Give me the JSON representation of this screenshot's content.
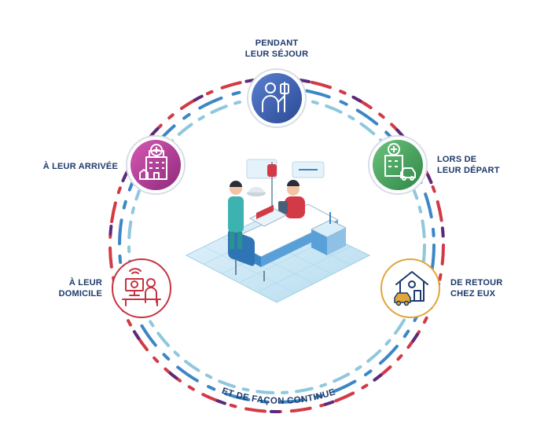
{
  "stages": {
    "during_stay": {
      "line1": "PENDANT",
      "line2": "LEUR SÉJOUR",
      "icon": "doctor-iv-icon",
      "color": "#3b5ba8"
    },
    "arrival": {
      "label": "À LEUR ARRIVÉE",
      "icon": "hospital-building-icon",
      "color": "#b13a93"
    },
    "departure": {
      "line1": "LORS DE",
      "line2": "LEUR DÉPART",
      "icon": "hospital-car-icon",
      "color": "#3d9a54"
    },
    "at_home": {
      "line1": "À LEUR",
      "line2": "DOMICILE",
      "icon": "telehealth-desk-icon",
      "color": "#c7323f"
    },
    "back_home": {
      "line1": "DE RETOUR",
      "line2": "CHEZ EUX",
      "icon": "house-car-icon",
      "color": "#e0a63a"
    }
  },
  "continuous": {
    "label": "ET DE FAÇON CONTINUE"
  },
  "colors": {
    "navy": "#1d3a6b",
    "red": "#d23a45",
    "blue": "#3d86c6",
    "lightblue": "#8fc8dd",
    "purple": "#5b2b7a",
    "floor": "#cfe8f5"
  },
  "center": {
    "icon": "hospital-room-icon"
  }
}
